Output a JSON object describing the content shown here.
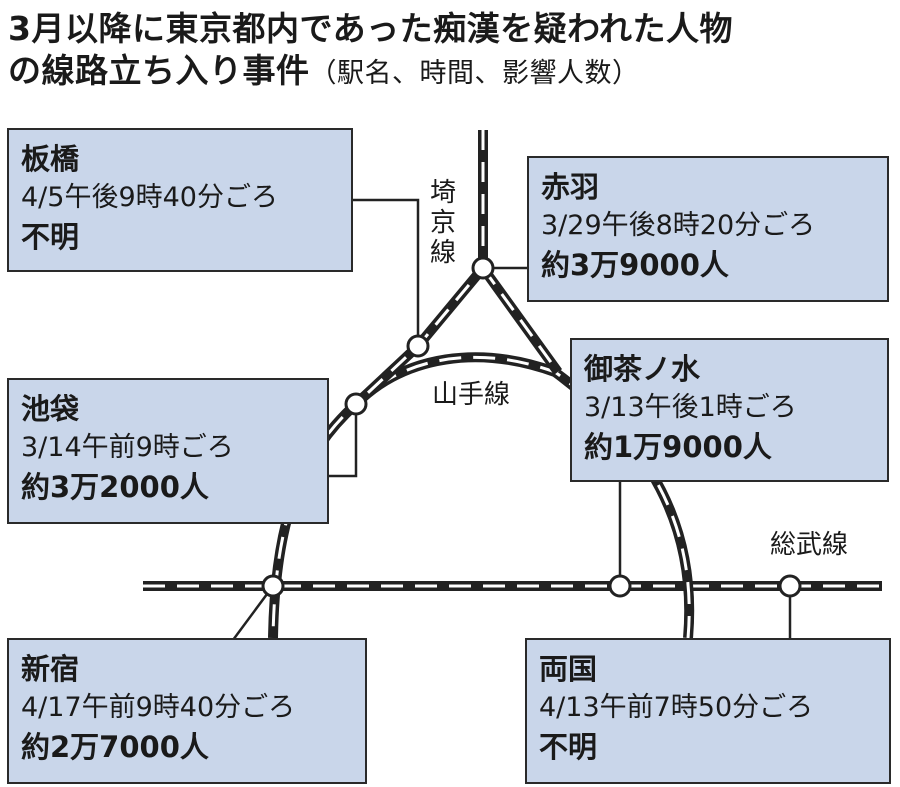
{
  "title": {
    "main_line1": "3月以降に東京都内であった痴漢を疑われた人物",
    "main_line2": "の線路立ち入り事件",
    "sub": "（駅名、時間、影響人数）"
  },
  "lines": {
    "saikyo": "埼京線",
    "yamanote": "山手線",
    "sobu": "総武線"
  },
  "stations": [
    {
      "id": "itabashi",
      "name": "板橋",
      "time": "4/5午後9時40分ごろ",
      "impact": "不明"
    },
    {
      "id": "akabane",
      "name": "赤羽",
      "time": "3/29午後8時20分ごろ",
      "impact": "約3万9000人"
    },
    {
      "id": "ochanomizu",
      "name": "御茶ノ水",
      "time": "3/13午後1時ごろ",
      "impact": "約1万9000人"
    },
    {
      "id": "ikebukuro",
      "name": "池袋",
      "time": "3/14午前9時ごろ",
      "impact": "約3万2000人"
    },
    {
      "id": "shinjuku",
      "name": "新宿",
      "time": "4/17午前9時40分ごろ",
      "impact": "約2万7000人"
    },
    {
      "id": "ryogoku",
      "name": "両国",
      "time": "4/13午前7時50分ごろ",
      "impact": "不明"
    }
  ],
  "colors": {
    "box_fill": "#c9d6ea",
    "line": "#222222",
    "text": "#1a1a1a"
  }
}
